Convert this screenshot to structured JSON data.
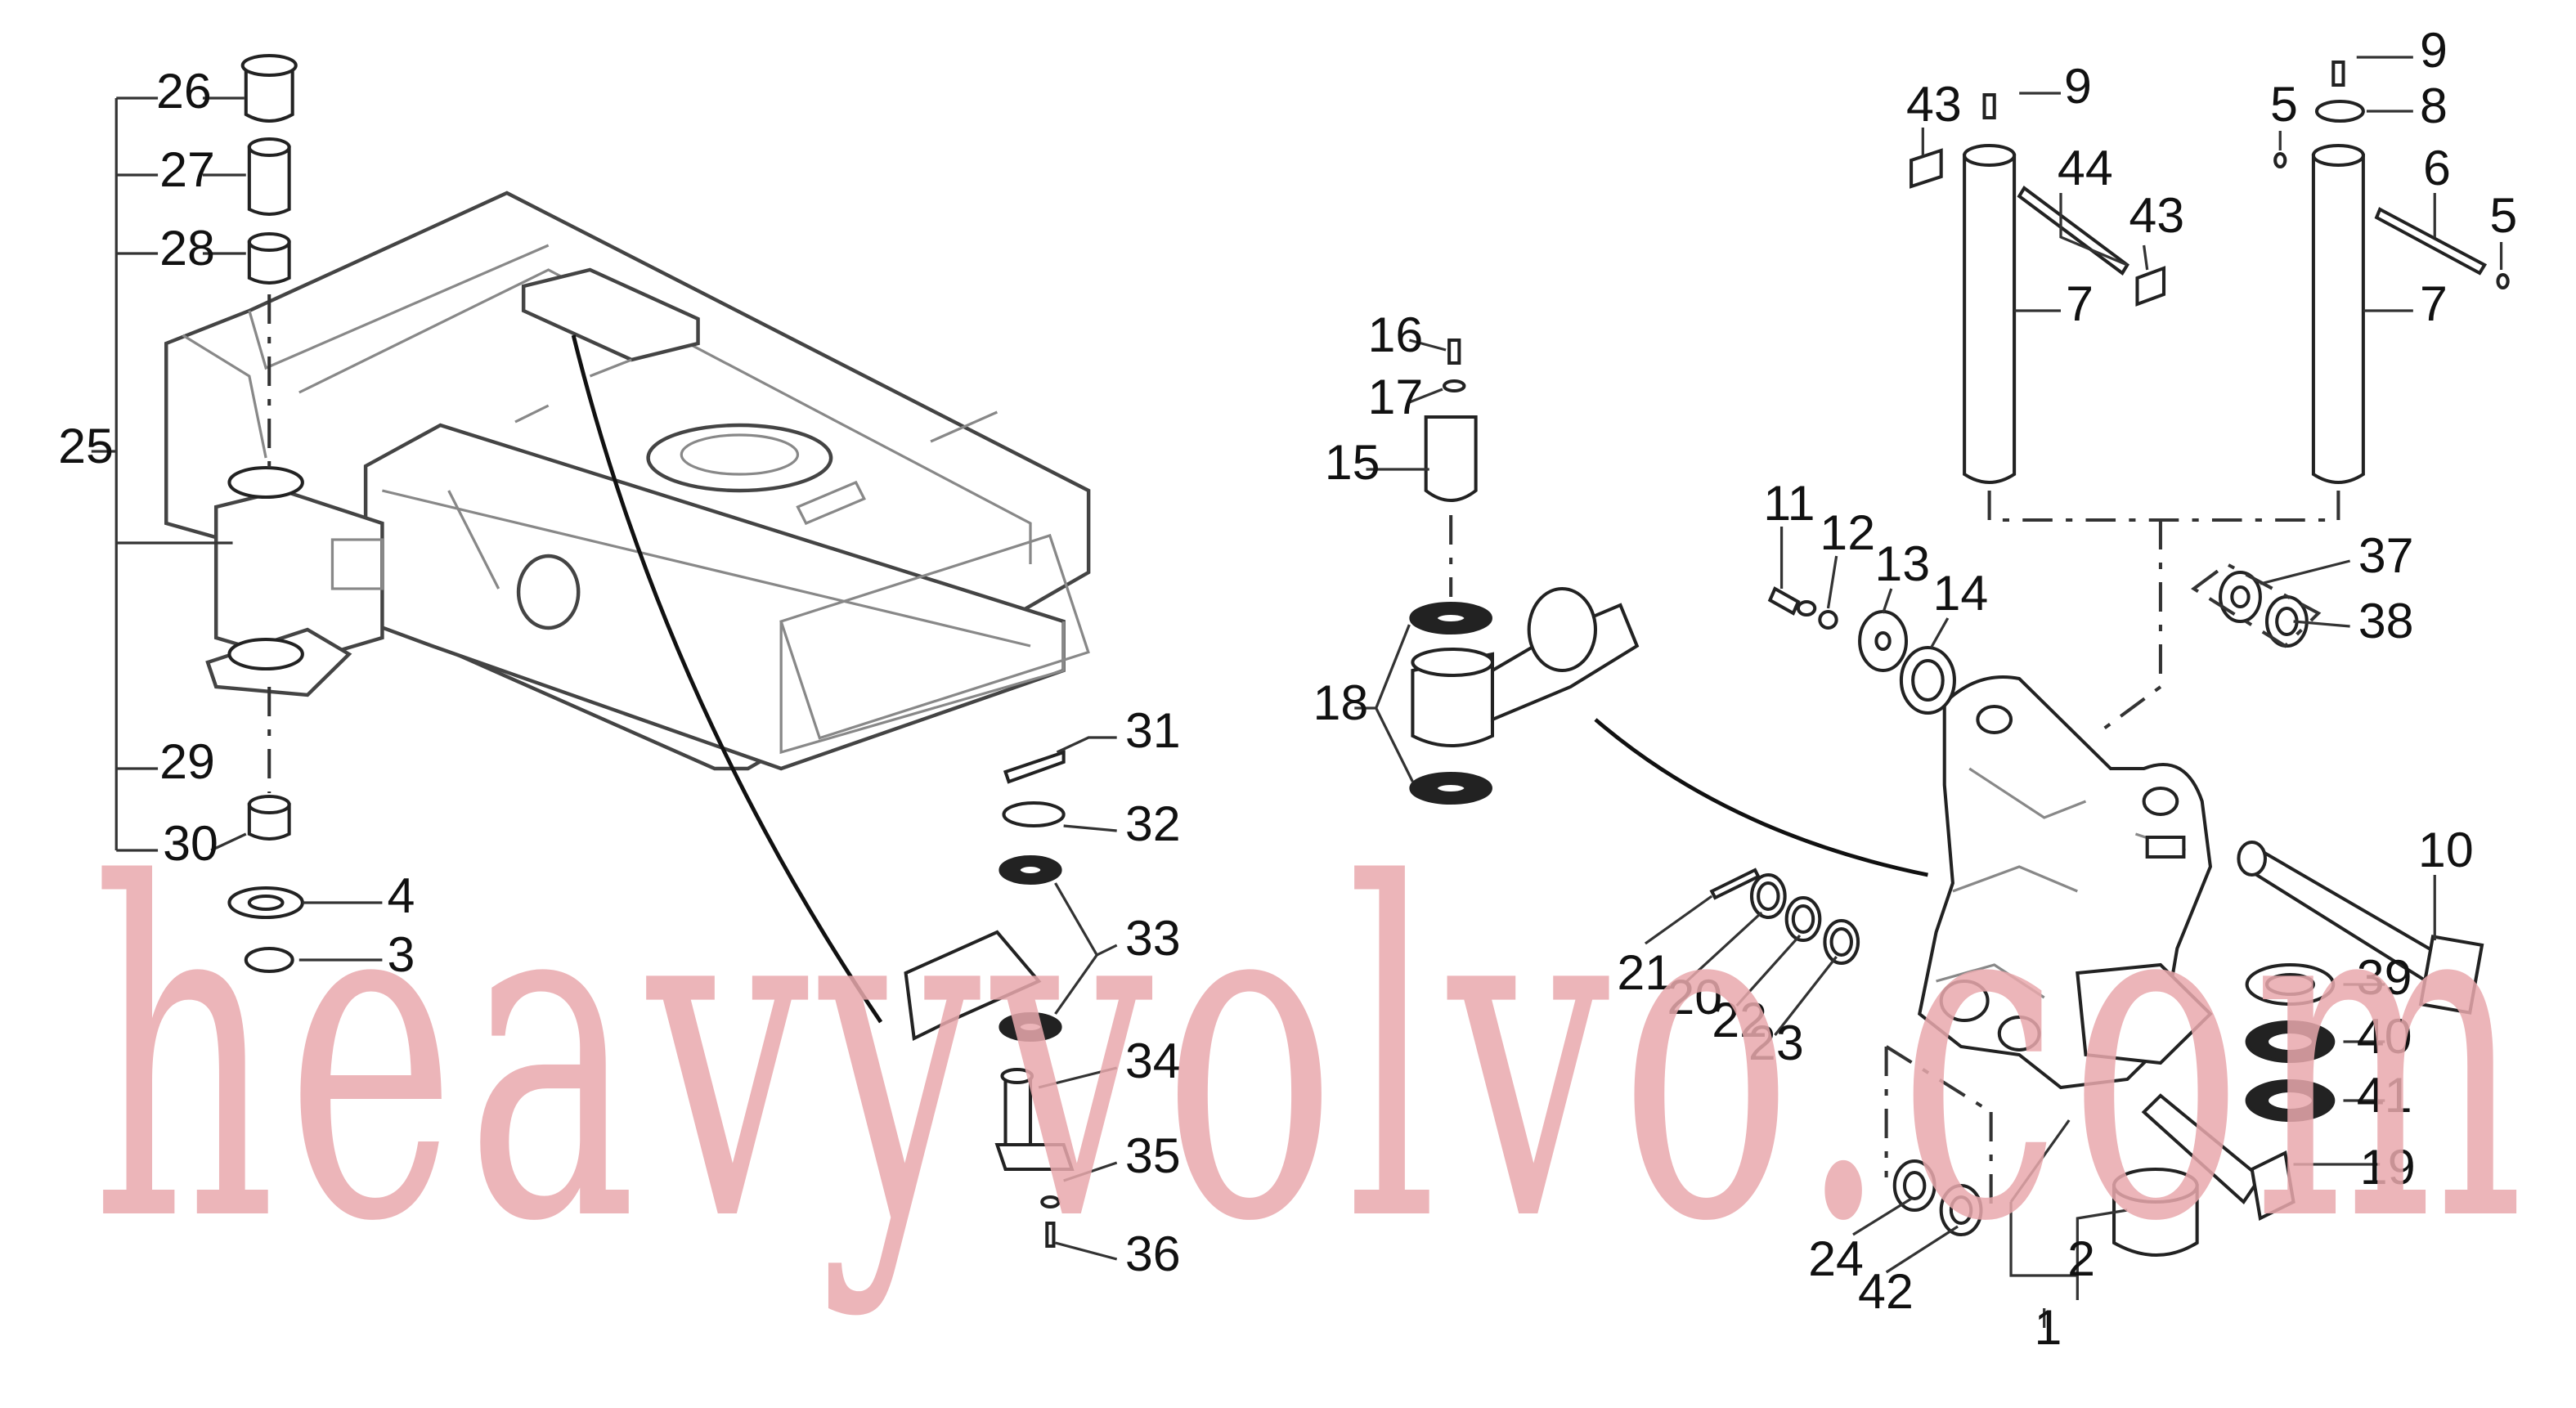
{
  "watermark": "heavyvolvo.com",
  "callouts": {
    "c26": "26",
    "c27": "27",
    "c28": "28",
    "c25": "25",
    "c29": "29",
    "c30": "30",
    "c4": "4",
    "c3": "3",
    "c31": "31",
    "c32": "32",
    "c33": "33",
    "c34": "34",
    "c35": "35",
    "c36": "36",
    "c16": "16",
    "c17": "17",
    "c15": "15",
    "c18": "18",
    "c11": "11",
    "c12": "12",
    "c13": "13",
    "c14": "14",
    "c21": "21",
    "c20": "20",
    "c22": "22",
    "c23": "23",
    "c24": "24",
    "c42": "42",
    "c2": "2",
    "c1": "1",
    "c10": "10",
    "c39": "39",
    "c40": "40",
    "c41": "41",
    "c19": "19",
    "c37": "37",
    "c38": "38",
    "c43a": "43",
    "c43b": "43",
    "c44": "44",
    "c9a": "9",
    "c9b": "9",
    "c8": "8",
    "c5a": "5",
    "c5b": "5",
    "c6": "6",
    "c7a": "7",
    "c7b": "7"
  }
}
